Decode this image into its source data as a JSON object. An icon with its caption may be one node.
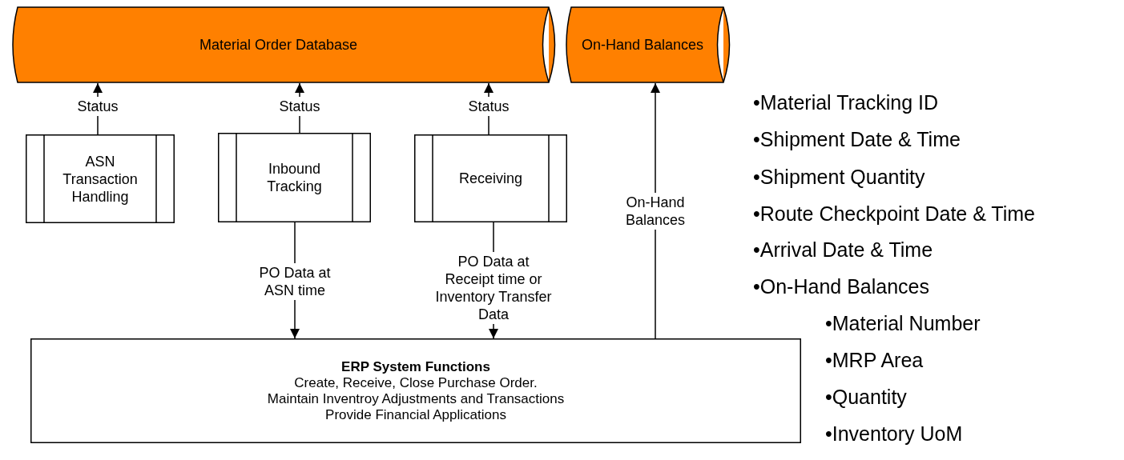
{
  "diagram": {
    "nodes": [
      {
        "text": [
          "Material Order Database"
        ]
      },
      {
        "text": [
          "On-Hand Balances"
        ]
      },
      {
        "text": [
          "ASN Transaction Handling"
        ]
      },
      {
        "text": [
          "Inbound Tracking"
        ]
      },
      {
        "text": [
          "Receiving"
        ]
      },
      {
        "text": [
          "ERP System Functions",
          "Create, Receive, Close Purchase Order.",
          "Maintain Inventroy Adjustments and Transactions",
          "Provide Financial Applications"
        ]
      }
    ],
    "edges": [
      {
        "from": 2,
        "to": 0,
        "arrow": "to",
        "label": "Status"
      },
      {
        "from": 3,
        "to": 0,
        "arrow": "to",
        "label": "Status"
      },
      {
        "from": 4,
        "to": 0,
        "arrow": "to",
        "label": "Status"
      },
      {
        "from": 3,
        "to": 5,
        "arrow": "to",
        "label": "PO Data at ASN time"
      },
      {
        "from": 4,
        "to": 5,
        "arrow": "to",
        "label": "PO Data at Receipt time or Inventory Transfer Data"
      },
      {
        "from": 5,
        "to": 1,
        "arrow": "to",
        "label": "On-Hand Balances"
      }
    ],
    "labels": [
      "•Material Tracking ID",
      "•Shipment Date & Time",
      "•Shipment Quantity",
      "•Route Checkpoint Date & Time",
      "•Arrival Date & Time",
      "•On-Hand Balances",
      "•Material Number",
      "•MRP Area",
      "•Quantity",
      "•Inventory UoM"
    ]
  }
}
